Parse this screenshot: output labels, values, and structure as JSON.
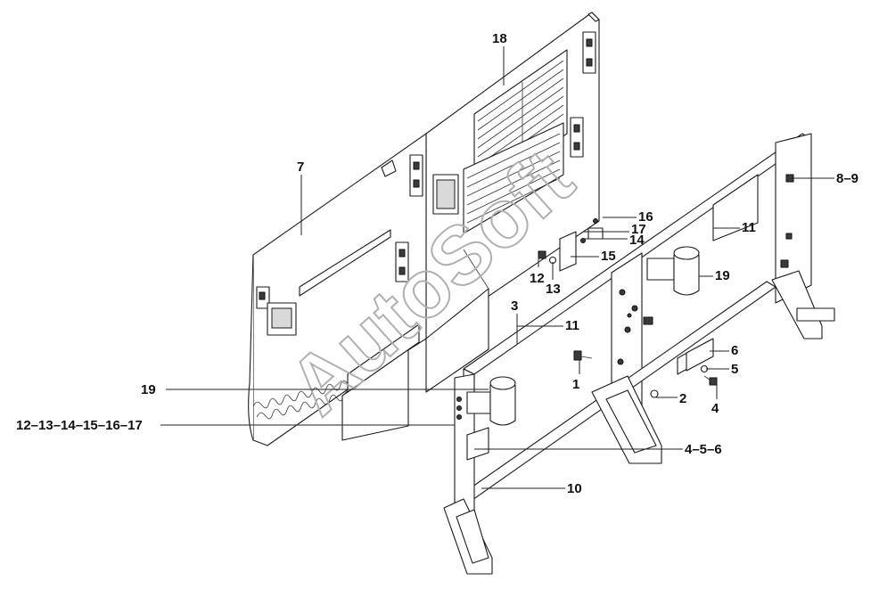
{
  "watermark": "AutoSoft",
  "callouts": [
    {
      "id": "c18",
      "text": "18"
    },
    {
      "id": "c7",
      "text": "7"
    },
    {
      "id": "c16",
      "text": "16"
    },
    {
      "id": "c17",
      "text": "17"
    },
    {
      "id": "c14",
      "text": "14"
    },
    {
      "id": "c15",
      "text": "15"
    },
    {
      "id": "c12",
      "text": "12"
    },
    {
      "id": "c13",
      "text": "13"
    },
    {
      "id": "c89",
      "text": "8–9"
    },
    {
      "id": "c11a",
      "text": "11"
    },
    {
      "id": "c19a",
      "text": "19"
    },
    {
      "id": "c3",
      "text": "3"
    },
    {
      "id": "c11b",
      "text": "11"
    },
    {
      "id": "c6",
      "text": "6"
    },
    {
      "id": "c5",
      "text": "5"
    },
    {
      "id": "c1",
      "text": "1"
    },
    {
      "id": "c2",
      "text": "2"
    },
    {
      "id": "c4",
      "text": "4"
    },
    {
      "id": "c19b",
      "text": "19"
    },
    {
      "id": "c121317",
      "text": "12–13–14–15–16–17"
    },
    {
      "id": "c456",
      "text": "4–5–6"
    },
    {
      "id": "c10",
      "text": "10"
    }
  ]
}
